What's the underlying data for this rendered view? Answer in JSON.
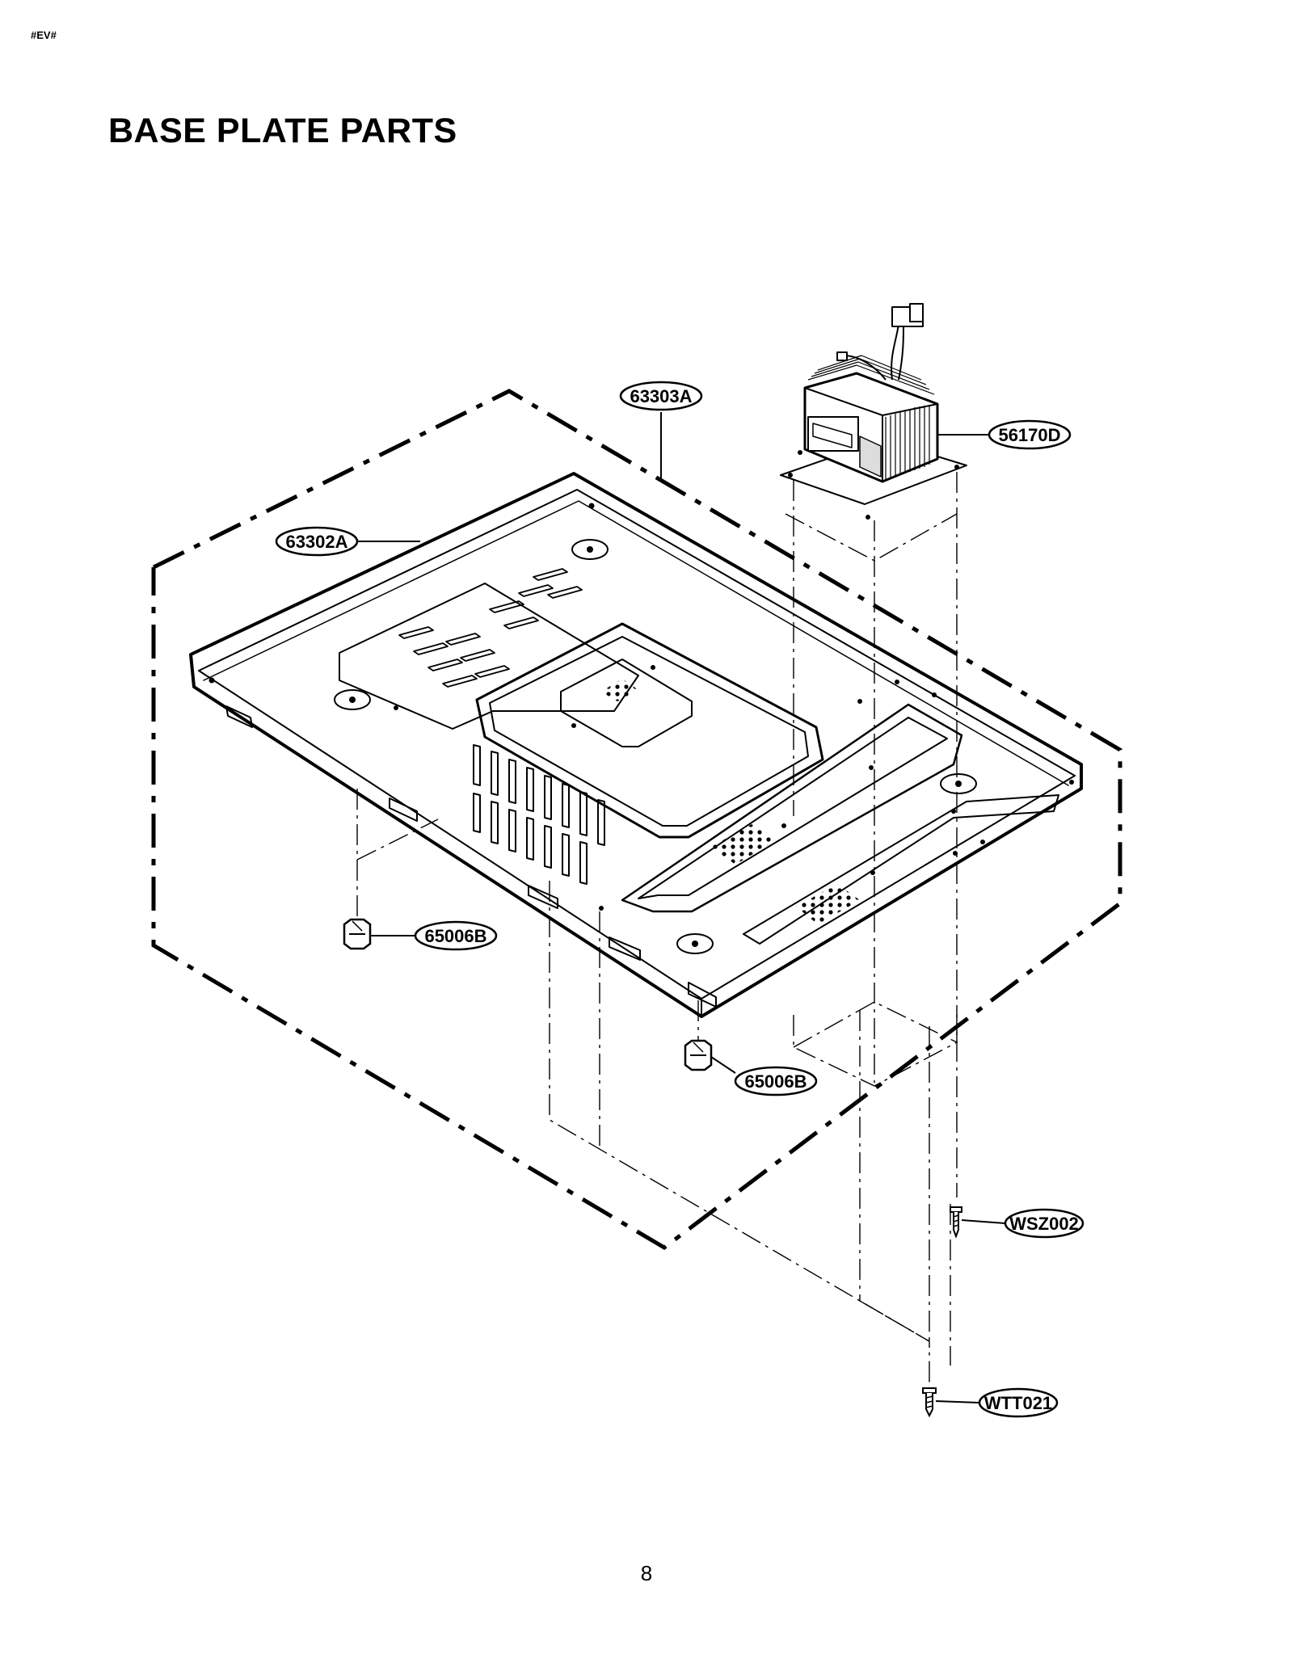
{
  "header": {
    "code": "#EV#"
  },
  "title": "BASE PLATE PARTS",
  "page_number": "8",
  "callouts": {
    "transformer": "56170D",
    "cover": "63303A",
    "base_plate": "63302A",
    "foot_left": "65006B",
    "foot_right": "65006B",
    "screw_a": "WSZ002",
    "screw_b": "WTT021"
  }
}
